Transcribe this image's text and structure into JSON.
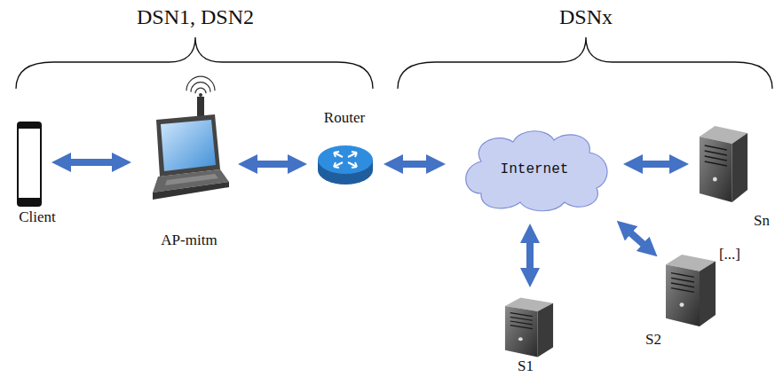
{
  "diagram": {
    "nodes": [
      {
        "text": [
          "Client"
        ]
      },
      {
        "text": [
          "AP-mitm"
        ]
      },
      {
        "text": [
          "Router"
        ]
      },
      {
        "text": [
          "Internet"
        ]
      },
      {
        "text": [
          "Sn"
        ]
      },
      {
        "text": [
          "S2"
        ]
      },
      {
        "text": [
          "S1"
        ]
      }
    ],
    "edges": [
      {
        "from": 0,
        "to": 1,
        "arrow": "both"
      },
      {
        "from": 1,
        "to": 2,
        "arrow": "both"
      },
      {
        "from": 2,
        "to": 3,
        "arrow": "both"
      },
      {
        "from": 3,
        "to": 4,
        "arrow": "both"
      },
      {
        "from": 3,
        "to": 6,
        "arrow": "both"
      },
      {
        "from": 3,
        "to": 5,
        "arrow": "both"
      }
    ],
    "labels": [
      "DSN1, DSN2",
      "DSNx",
      "[...]"
    ]
  }
}
